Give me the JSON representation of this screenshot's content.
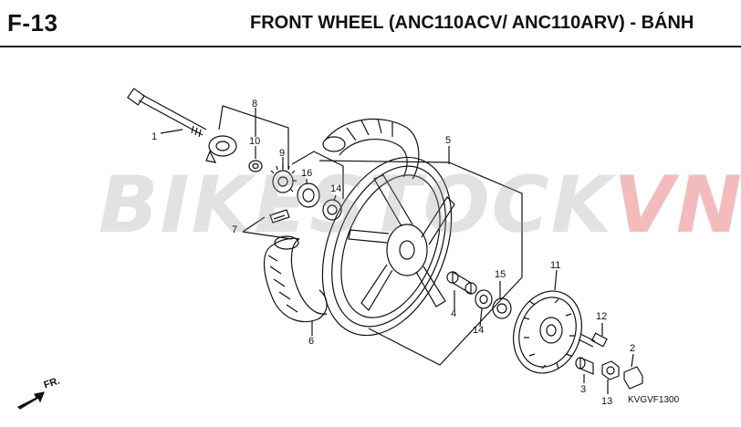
{
  "header": {
    "page_code": "F-13",
    "title": "FRONT WHEEL (ANC110ACV/ ANC110ARV) - BÁNH"
  },
  "watermark": {
    "main": "BIKESTOCK",
    "accent": "VN"
  },
  "callouts": [
    "1",
    "2",
    "3",
    "4",
    "5",
    "6",
    "7",
    "8",
    "9",
    "10",
    "11",
    "12",
    "13",
    "14",
    "14",
    "15",
    "16"
  ],
  "direction_label": "FR.",
  "drawing_code": "KVGVF1300",
  "colors": {
    "watermark_gray": "#9a9a9a",
    "watermark_red": "#d90f15",
    "line": "#111111"
  }
}
